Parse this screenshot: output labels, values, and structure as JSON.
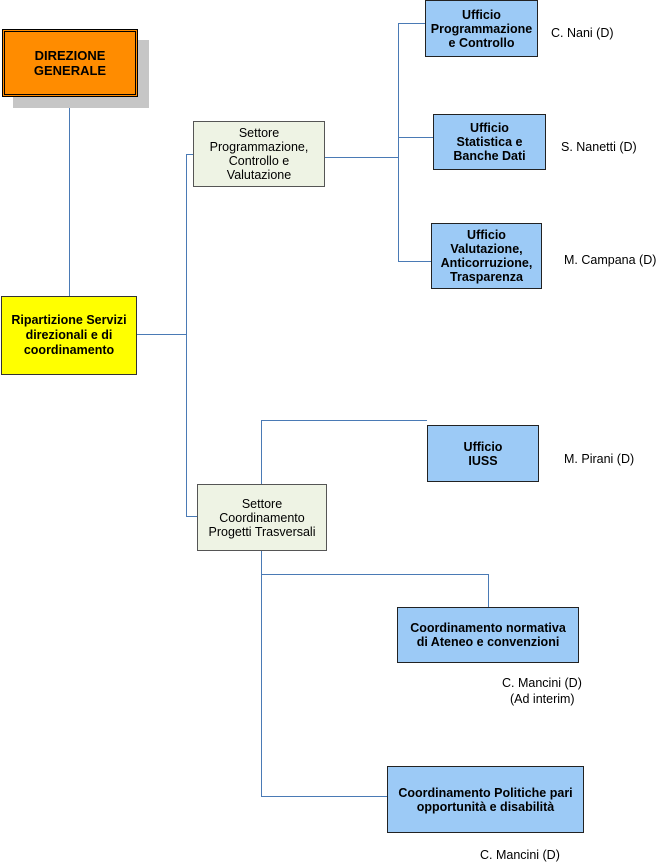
{
  "direzione_generale": "DIREZIONE GENERALE",
  "ripartizione": "Ripartizione Servizi direzionali e di coordinamento",
  "settore_programmazione": "Settore Programmazione, Controllo e Valutazione",
  "settore_coordinamento": "Settore Coordinamento Progetti Trasversali",
  "uffici": [
    {
      "name": "Ufficio Programmazione e Controllo",
      "responsabile": "C. Nani (D)"
    },
    {
      "name": "Ufficio Statistica e Banche Dati",
      "responsabile": "S. Nanetti (D)"
    },
    {
      "name": "Ufficio Valutazione, Anticorruzione, Trasparenza",
      "responsabile": "M. Campana (D)"
    },
    {
      "name": "Ufficio IUSS",
      "responsabile": "M. Pirani (D)"
    }
  ],
  "coordinamenti": [
    {
      "name": "Coordinamento normativa di Ateneo e convenzioni",
      "responsabile": "C. Mancini (D)",
      "note": "(Ad interim)"
    },
    {
      "name": "Coordinamento Politiche pari opportunità e disabilità",
      "responsabile": "C. Mancini (D)"
    }
  ],
  "colors": {
    "direzione": "#ff8c00",
    "ripartizione": "#ffff00",
    "settore": "#eef3e4",
    "ufficio": "#9ccaf6",
    "connector": "#4a7ab5"
  }
}
